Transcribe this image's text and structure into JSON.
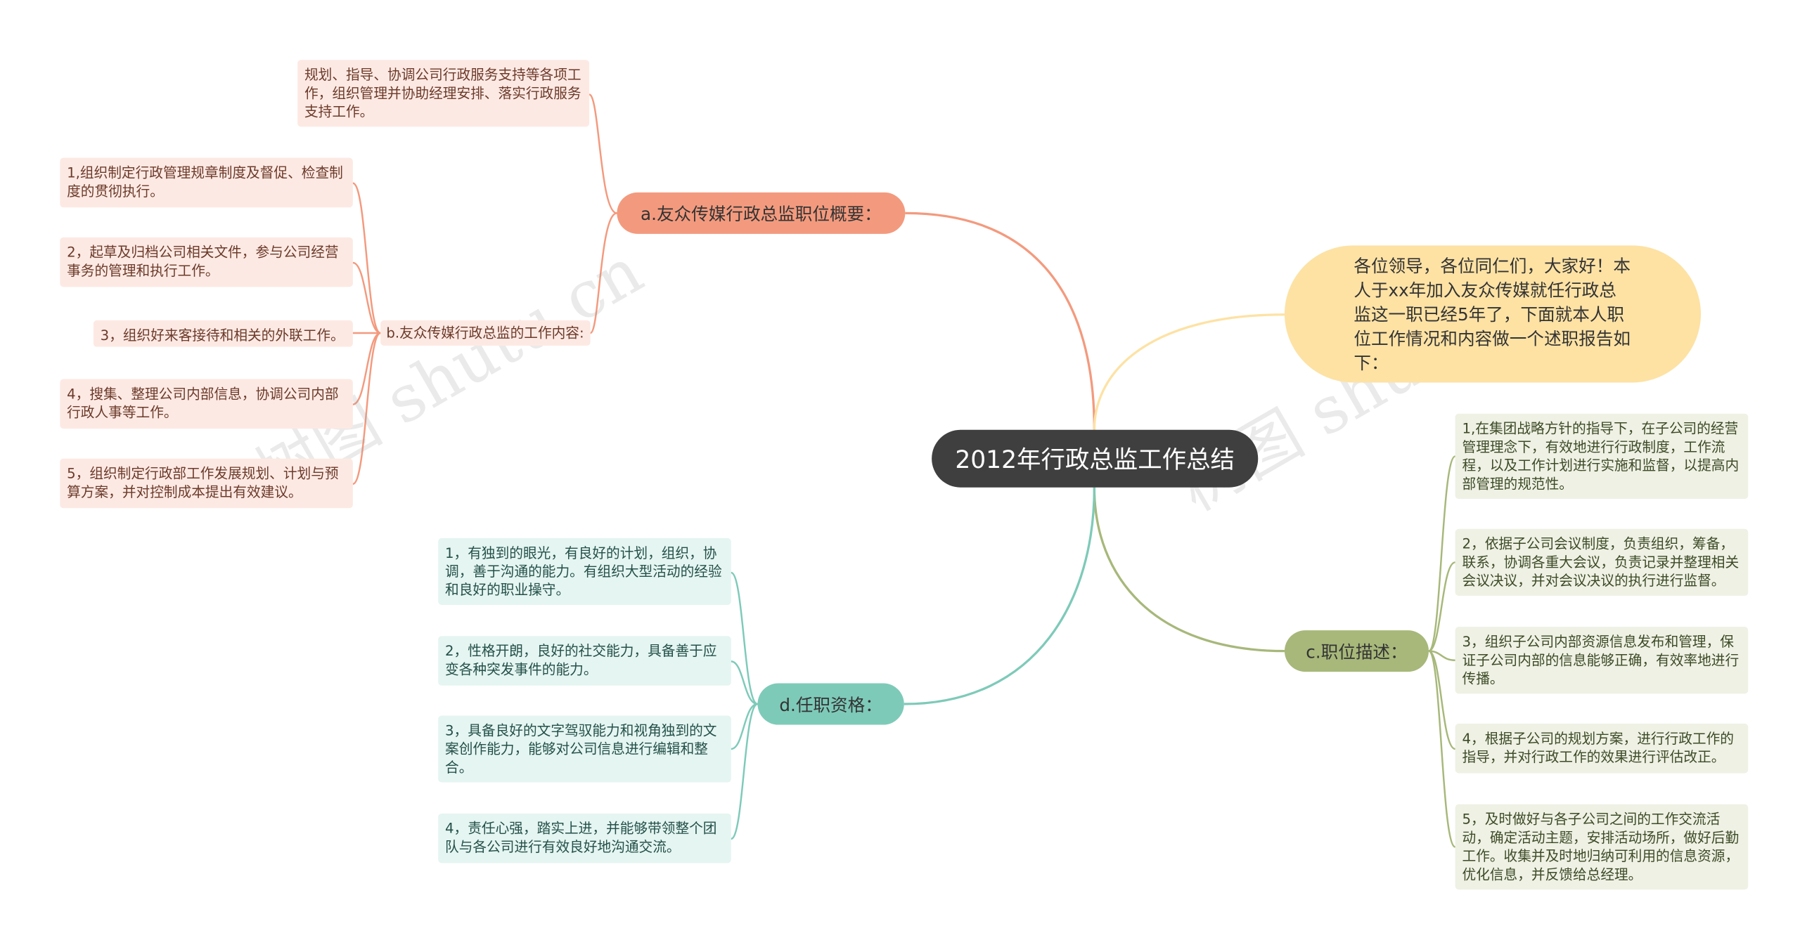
{
  "root": {
    "title": "2012年行政总监工作总结"
  },
  "intro": {
    "text": "各位领导，各位同仁们，大家好！本人于xx年加入友众传媒就任行政总监这一职已经5年了，下面就本人职位工作情况和内容做一个述职报告如下："
  },
  "branch_a": {
    "label": "a.友众传媒行政总监职位概要：",
    "summary": "规划、指导、协调公司行政服务支持等各项工作，组织管理并协助经理安排、落实行政服务支持工作。",
    "sub_b": {
      "label": "b.友众传媒行政总监的工作内容:",
      "items": [
        "1,组织制定行政管理规章制度及督促、检查制度的贯彻执行。",
        "2，起草及归档公司相关文件，参与公司经营事务的管理和执行工作。",
        "3，组织好来客接待和相关的外联工作。",
        "4，搜集、整理公司内部信息，协调公司内部行政人事等工作。",
        "5，组织制定行政部工作发展规划、计划与预算方案，并对控制成本提出有效建议。"
      ]
    }
  },
  "branch_c": {
    "label": "c.职位描述：",
    "items": [
      "1,在集团战略方针的指导下，在子公司的经营管理理念下，有效地进行行政制度，工作流程，以及工作计划进行实施和监督，以提高内部管理的规范性。",
      "2，依据子公司会议制度，负责组织，筹备，联系，协调各重大会议，负责记录并整理相关会议决议，并对会议决议的执行进行监督。",
      "3，组织子公司内部资源信息发布和管理，保证子公司内部的信息能够正确，有效率地进行传播。",
      "4，根据子公司的规划方案，进行行政工作的指导，并对行政工作的效果进行评估改正。",
      "5，及时做好与各子公司之间的工作交流活动，确定活动主题，安排活动场所，做好后勤工作。收集并及时地归纳可利用的信息资源，优化信息，并反馈给总经理。"
    ]
  },
  "branch_d": {
    "label": "d.任职资格：",
    "items": [
      "1，有独到的眼光，有良好的计划，组织，协调，善于沟通的能力。有组织大型活动的经验和良好的职业操守。",
      "2，性格开朗，良好的社交能力，具备善于应变各种突发事件的能力。",
      "3，具备良好的文字驾驭能力和视角独到的文案创作能力，能够对公司信息进行编辑和整合。",
      "4，责任心强，踏实上进，并能够带领整个团队与各公司进行有效良好地沟通交流。"
    ]
  },
  "colors": {
    "branch_a": "#f39a7e",
    "branch_c": "#a7b87a",
    "branch_d": "#7ecab9",
    "intro": "#fde2a4",
    "root": "#3f3f3f"
  }
}
